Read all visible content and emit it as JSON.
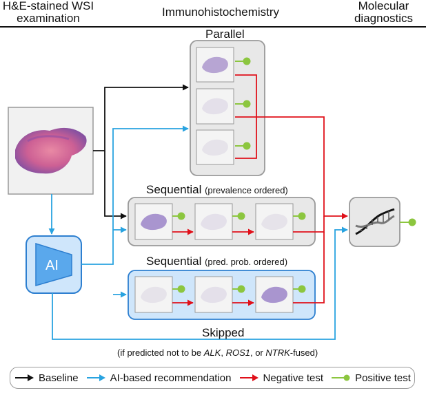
{
  "headers": {
    "he_line1": "H&E-stained WSI",
    "he_line2": "examination",
    "ihc": "Immunohistochemistry",
    "mol_line1": "Molecular",
    "mol_line2": "diagnostics"
  },
  "sections": {
    "parallel": "Parallel",
    "sequential1_main": "Sequential",
    "sequential1_sub": "(prevalence ordered)",
    "sequential2_main": "Sequential",
    "sequential2_sub": "(pred. prob. ordered)",
    "skipped": "Skipped"
  },
  "ai_label": "AI",
  "skipped_note": {
    "pre": "(if predicted not to be ",
    "alk": "ALK",
    "comma1": ", ",
    "ros1": "ROS1",
    "comma2": ", or ",
    "ntrk": "NTRK",
    "post": "-fused)"
  },
  "legend": {
    "baseline": "Baseline",
    "ai": "AI-based recommendation",
    "negative": "Negative test",
    "positive": "Positive test"
  },
  "colors": {
    "baseline": "#111111",
    "ai": "#29a3e0",
    "negative": "#e0101a",
    "positive": "#8cc63f",
    "ai_box": "#cfe6fb",
    "ai_border": "#2d7fd0"
  },
  "icons": [
    "dna-icon",
    "tissue-thumbnail",
    "ihc-slide-thumbnail"
  ]
}
